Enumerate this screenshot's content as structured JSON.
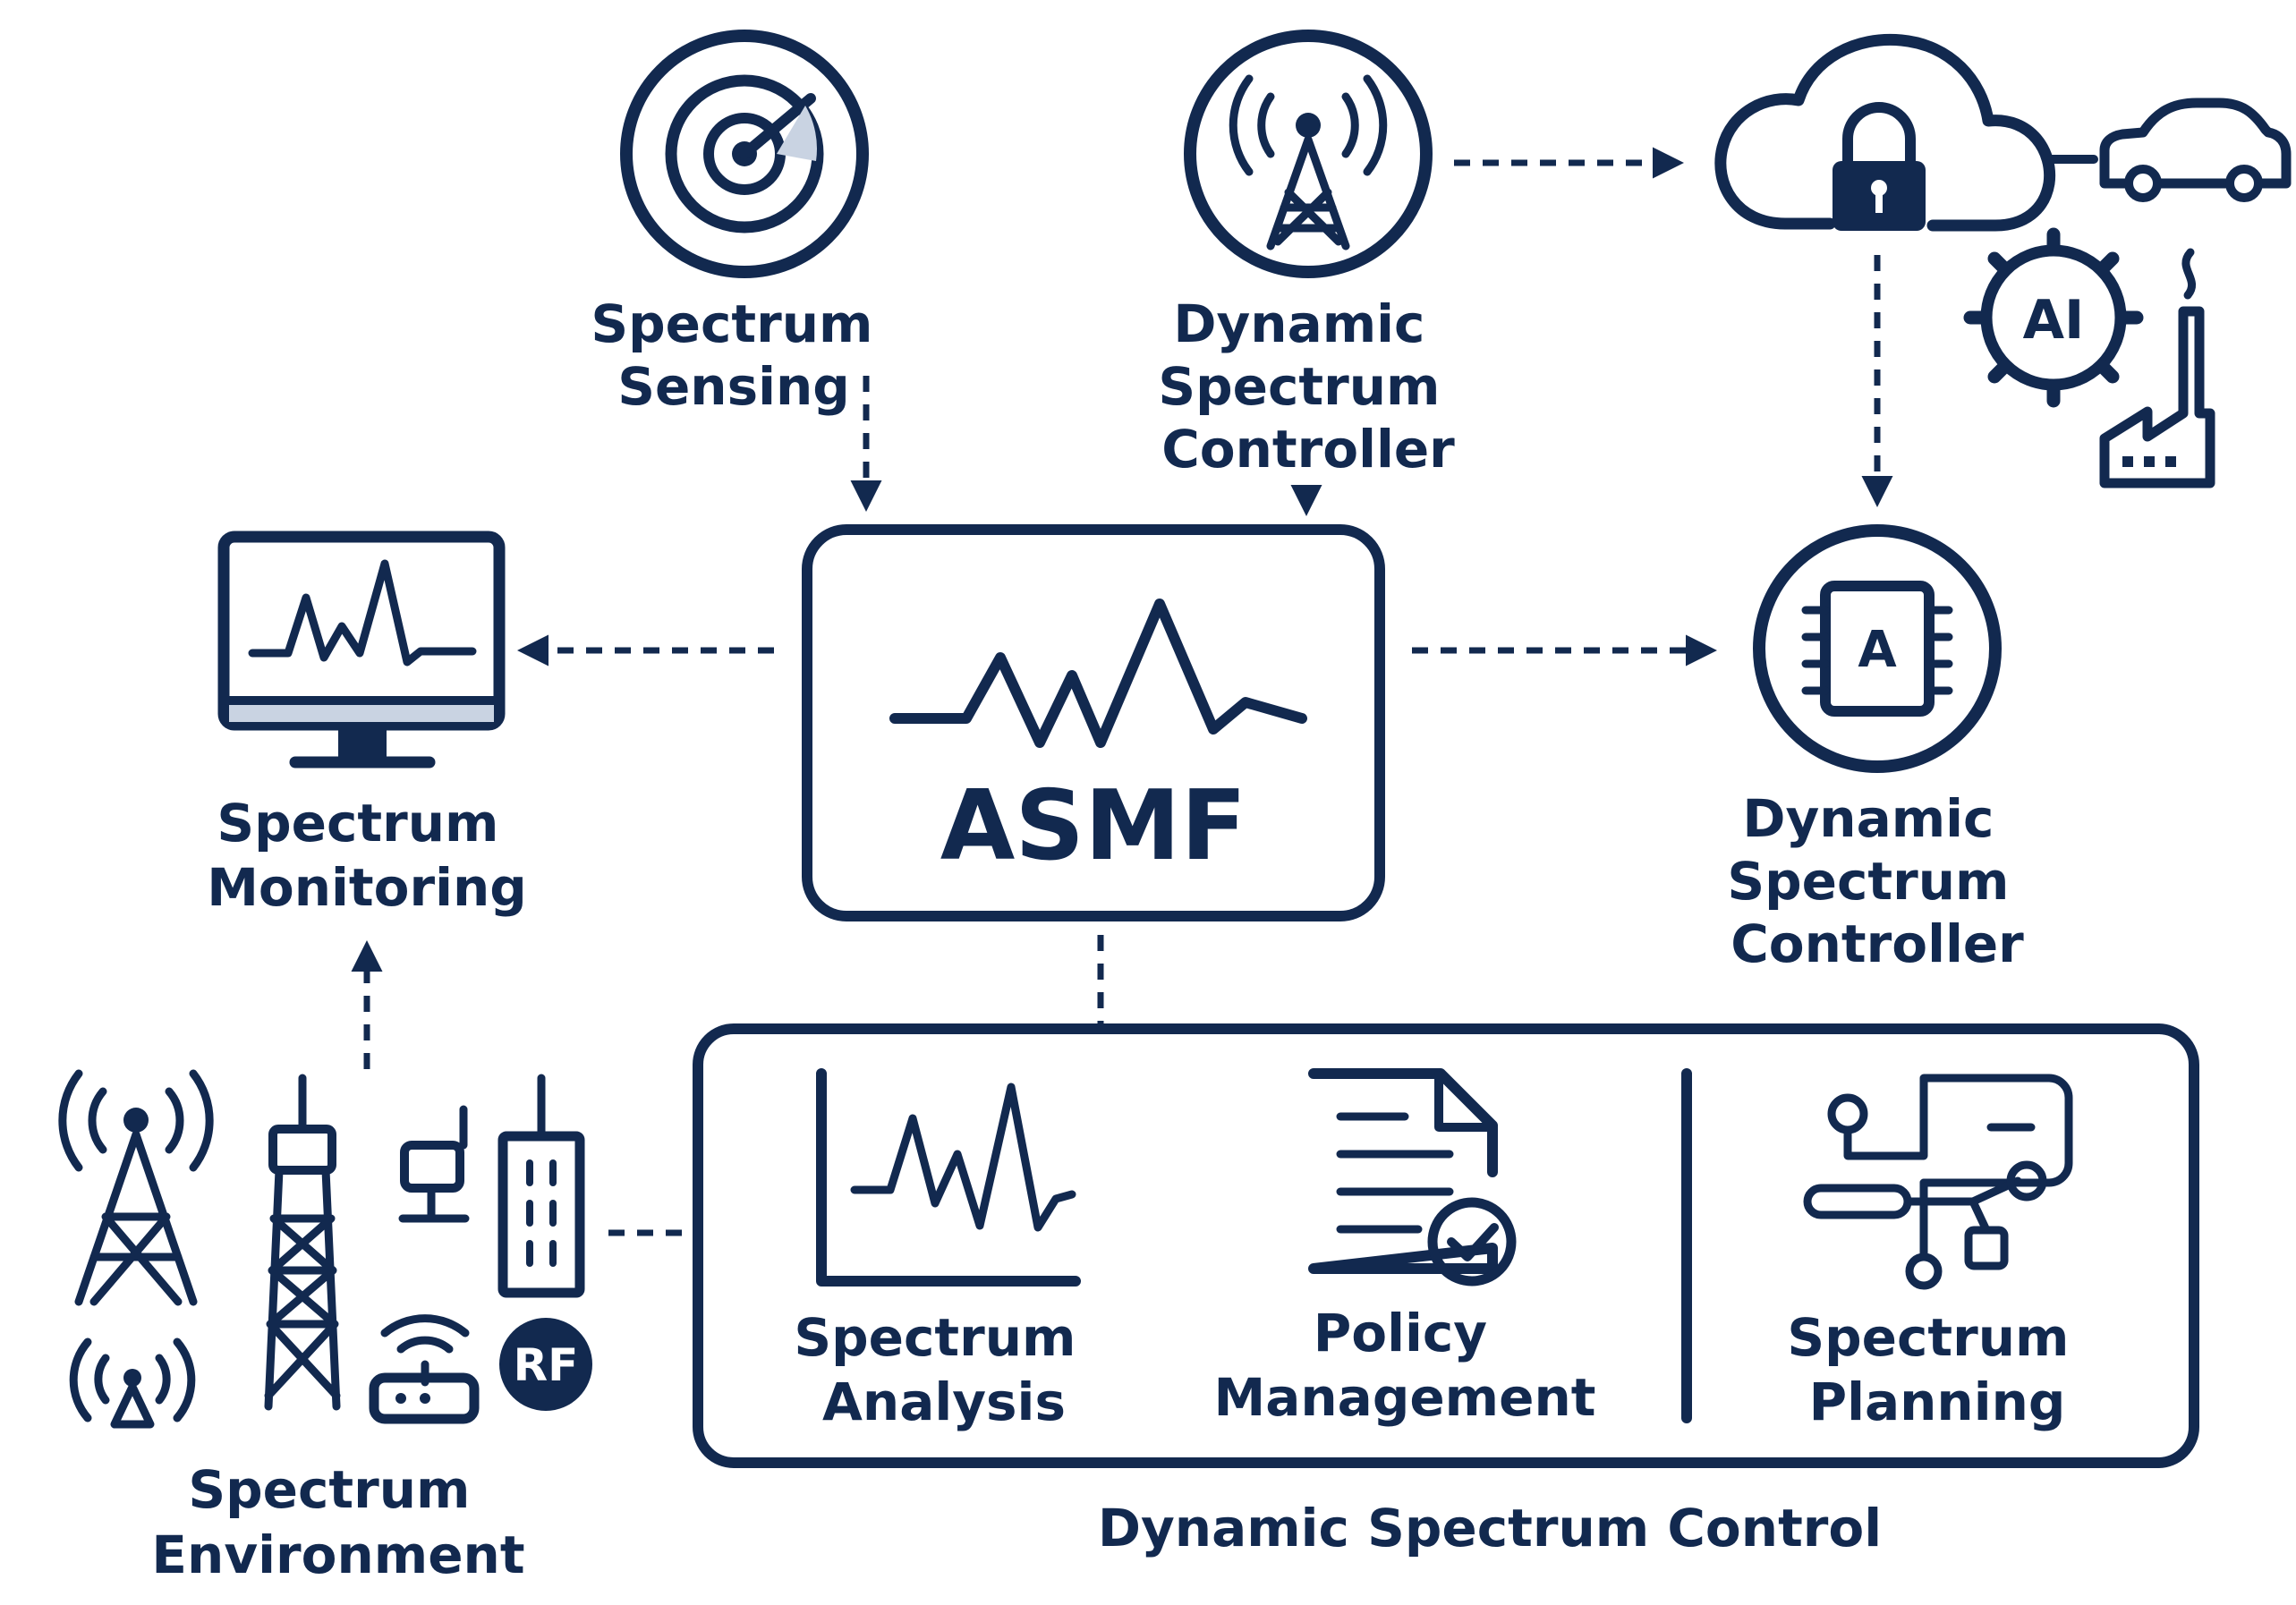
{
  "colors": {
    "ink": "#12294f",
    "background": "#ffffff",
    "screen_fill": "#c9d3e2"
  },
  "center": {
    "label": "ASMF",
    "icon": "waveform-icon"
  },
  "nodes": {
    "spectrum_sensing": {
      "lines": [
        "Spectrum",
        "Sensing"
      ],
      "icon": "radar-icon"
    },
    "dynamic_spectrum_controller_top": {
      "lines": [
        "Dynamic",
        "Spectrum",
        "Controller"
      ],
      "icon": "antenna-tower-icon"
    },
    "spectrum_monitoring": {
      "lines": [
        "Spectrum",
        "Monitoring"
      ],
      "icon": "monitor-waveform-icon"
    },
    "dynamic_spectrum_controller_right": {
      "lines": [
        "Dynamic",
        "Spectrum",
        "Controller"
      ],
      "icon": "chip-icon",
      "chip_letter": "A"
    },
    "cloud_group": {
      "icon": "secure-cloud-icon",
      "extras": [
        "car-icon",
        "ai-gear-icon",
        "factory-icon"
      ],
      "ai_label": "AI"
    },
    "spectrum_environment": {
      "lines": [
        "Spectrum",
        "Environment"
      ],
      "icons": [
        "cell-tower-icon",
        "broadcast-tower-icon",
        "small-antenna-icon",
        "device-icon",
        "router-icon",
        "building-icon",
        "rf-badge-icon"
      ],
      "badge": "RF"
    }
  },
  "control_panel": {
    "title": "Dynamic Spectrum Control",
    "modules": [
      {
        "lines": [
          "Spectrum",
          "Analysis"
        ],
        "icon": "chart-icon"
      },
      {
        "lines": [
          "Policy",
          "Management"
        ],
        "icon": "document-check-icon"
      },
      {
        "lines": [
          "Spectrum",
          "Planning"
        ],
        "icon": "circuit-flow-icon"
      }
    ]
  }
}
